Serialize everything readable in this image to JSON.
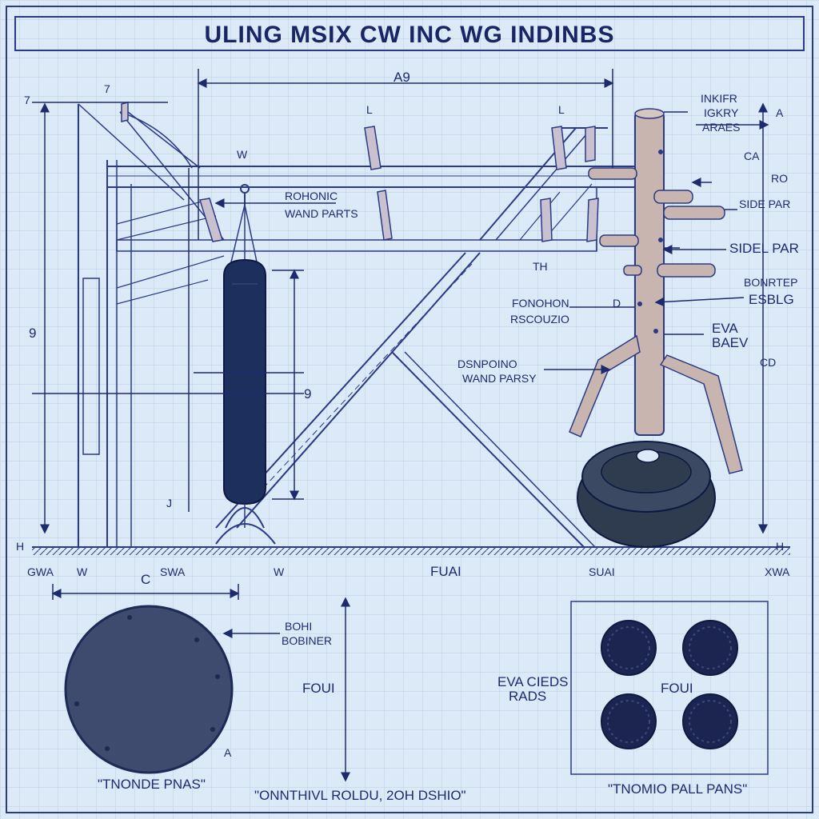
{
  "title": "ULING MSIX CW INC WG INDINBS",
  "dims": {
    "top_width": "A9",
    "height_left": "9",
    "left_tick_a": "7",
    "left_tick_b": "7",
    "w_marker": "W",
    "bag_height": "9",
    "bracket_l1": "L",
    "bracket_l2": "L",
    "th_mark": "TH",
    "ground_h": "H",
    "ground_hr": "H",
    "mid_j": "J",
    "dummy_ca": "CA",
    "dummy_ro": "RO",
    "dummy_d": "D",
    "dummy_cd": "CD",
    "dummy_a": "A",
    "bottom_c": "C",
    "pad_a": "A"
  },
  "callouts": {
    "rohonic_wand_parts": [
      "ROHONIC",
      "WAND PARTS"
    ],
    "top_right": [
      "INKIFR",
      "IGKRY",
      "ARAES"
    ],
    "side_bar": "SIDE PAR",
    "side_bar_right": "SIDEL PAR",
    "bonrter": [
      "BONRTEP",
      "ESBLG"
    ],
    "fonohon": [
      "FONOHON",
      "RSCOUZIO"
    ],
    "eva_bady": [
      "EVA",
      "BAEV"
    ],
    "dsnpoind": [
      "DSNPOINO",
      "WAND PARSY"
    ],
    "boh_bobiner": [
      "BOHI",
      "BOBINER"
    ],
    "eva_cieds": [
      "EVA CIEDS",
      "RADS"
    ]
  },
  "ground_labels": [
    "GWA",
    "W",
    "SWA",
    "W",
    "FUAI",
    "SUAI",
    "XWA"
  ],
  "bottom_labels": {
    "left_pad": "\"TNONDE PNAS\"",
    "center": "\"ONNTHIVL ROLDU, 2OH DSHIO\"",
    "right_pads": "\"TNOMIO PALL PANS\"",
    "center_dim": "FOUI",
    "right_dim": "FOUI"
  },
  "colors": {
    "background": "#dce9f6",
    "grid": "#b9cfe6",
    "line": "#2a3a86",
    "bag": "#1d2f5c",
    "wood": "#c9b5b0",
    "base": "#2f3b4e"
  }
}
